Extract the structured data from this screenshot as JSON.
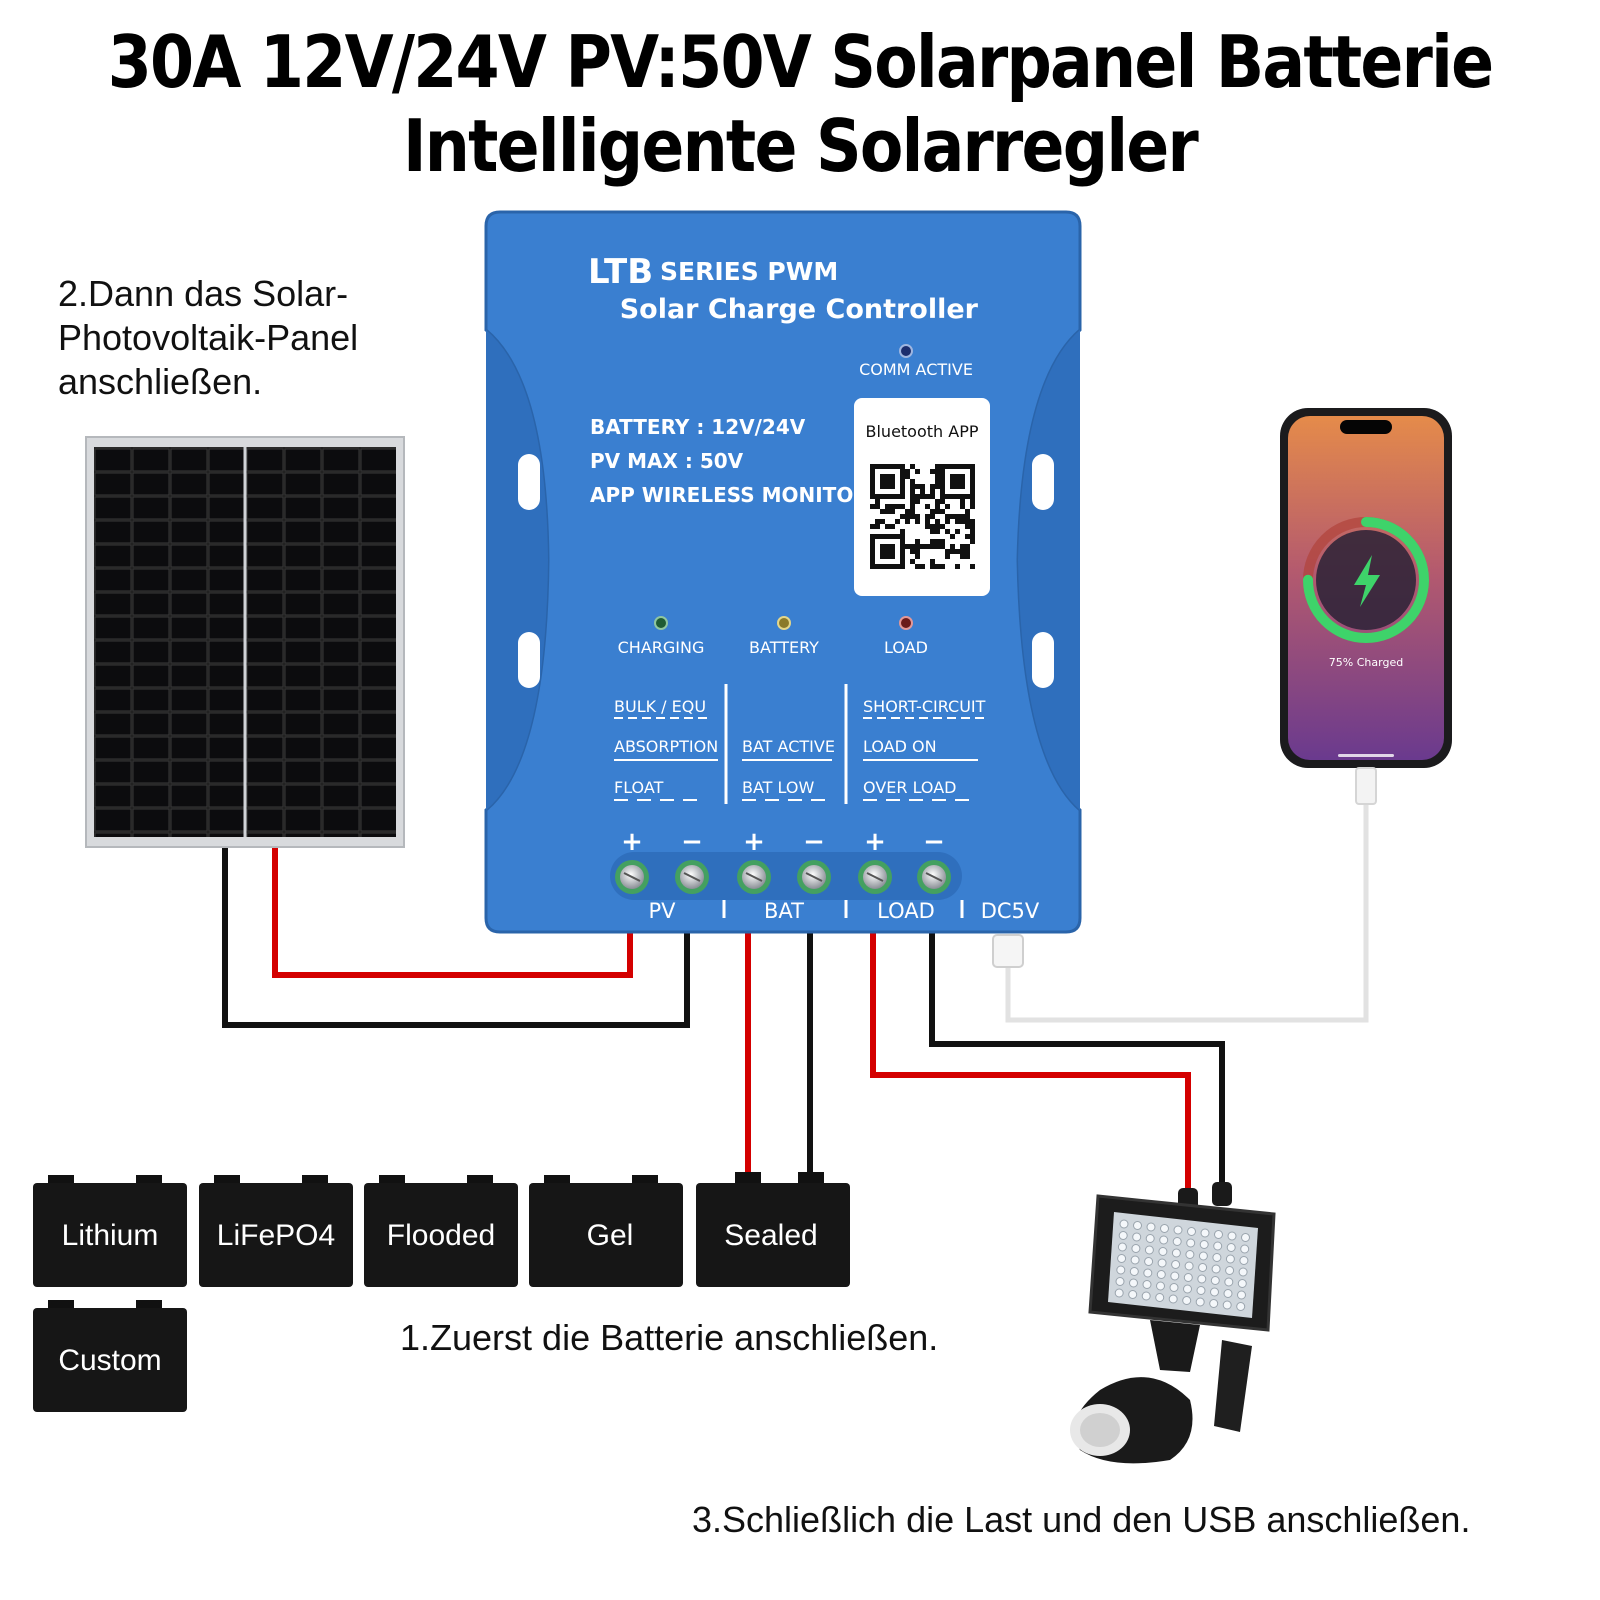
{
  "title": {
    "line1": "30A 12V/24V PV:50V Solarpanel Batterie",
    "line2": "Intelligente Solarregler"
  },
  "steps": {
    "step2_line1": "2.Dann das Solar-",
    "step2_line2": "Photovoltaik-Panel",
    "step2_line3": "anschließen.",
    "step1": "1.Zuerst die Batterie anschließen.",
    "step3": "3.Schließlich die Last und den USB anschließen."
  },
  "controller": {
    "brand": "LTB",
    "series": "SERIES PWM",
    "product": "Solar Charge Controller",
    "comm_active": "COMM ACTIVE",
    "bluetooth_app": "Bluetooth  APP",
    "spec_battery": "BATTERY : 12V/24V",
    "spec_pv": "PV MAX : 50V",
    "spec_app": "APP WIRELESS MONITOR",
    "led_charging": "CHARGING",
    "led_battery": "BATTERY",
    "led_load": "LOAD",
    "legend": {
      "charging": [
        "BULK / EQU",
        "ABSORPTION",
        "FLOAT"
      ],
      "battery": [
        "BAT ACTIVE",
        "BAT LOW"
      ],
      "load": [
        "SHORT-CIRCUIT",
        "LOAD ON",
        "OVER LOAD"
      ]
    },
    "terminal_signs": [
      "+",
      "−",
      "+",
      "−",
      "+",
      "−"
    ],
    "terminal_groups": [
      "PV",
      "BAT",
      "LOAD",
      "DC5V"
    ],
    "colors": {
      "body": "#3a7fd0",
      "body_dark": "#2a64aa",
      "text": "#ffffff"
    }
  },
  "phone": {
    "charge_text": "75% Charged",
    "charge_fraction": 0.75
  },
  "batteries": [
    "Lithium",
    "LiFePO4",
    "Flooded",
    "Gel",
    "Sealed",
    "Custom"
  ],
  "wire_colors": {
    "positive": "#d40000",
    "negative": "#111111",
    "usb": "#e2e2e2"
  }
}
